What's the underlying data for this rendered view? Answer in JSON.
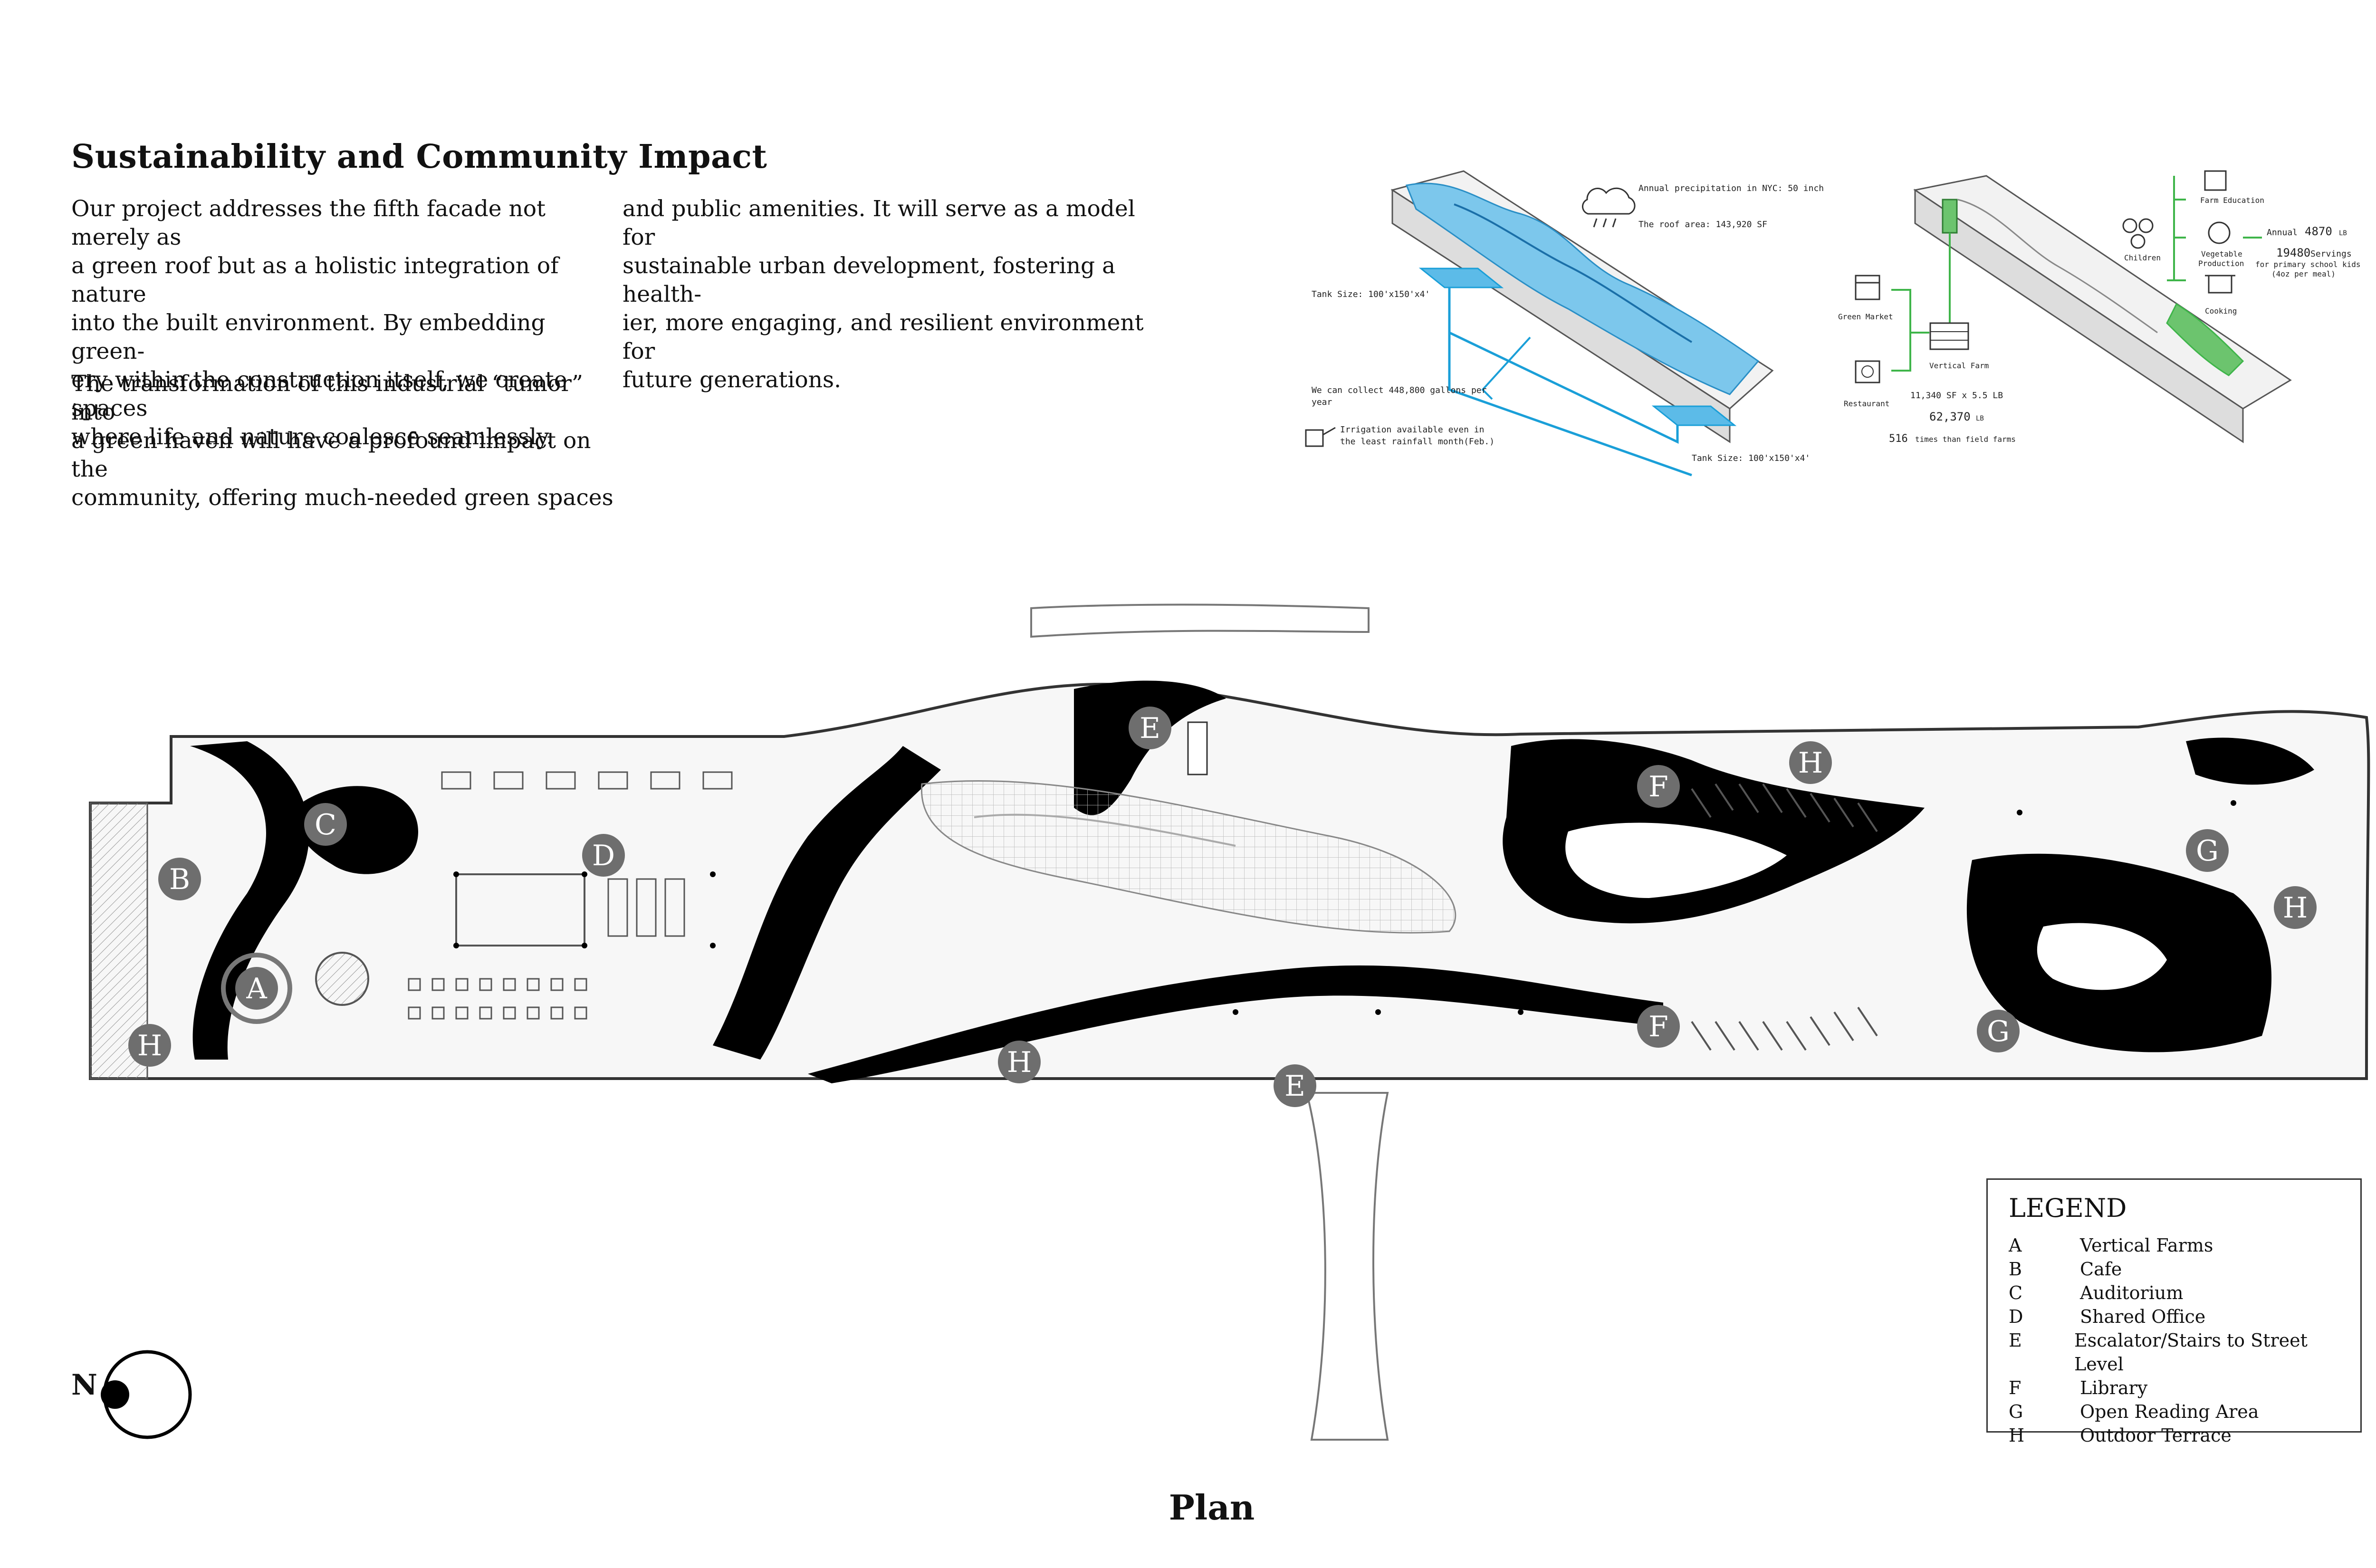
{
  "section": {
    "title": "Sustainability and Community Impact",
    "col1_line1": "Our project addresses the fifth facade not merely as\na green roof but as a holistic integration of nature\ninto the built environment. By embedding green-\nery within the construction itself, we create spaces\nwhere life and nature coalesce seamlessly.",
    "col1_line2": "The transformation of this industrial “tumor” into\na green haven will have a profound impact on the\ncommunity, offering much-needed green spaces",
    "col2": "and public amenities. It will serve as a model for\nsustainable urban development, fostering a health-\nier, more engaging, and resilient environment for\nfuture generations."
  },
  "water_diagram": {
    "precip": "Annual precipitation in NYC: 50 inch",
    "roof_area": "The roof area: 143,920 SF",
    "tank_left": "Tank Size: 100'x150'x4'",
    "collect_1": "We can collect 448,800 gallons per",
    "collect_2": "year",
    "irrigation_1": "Irrigation available even in",
    "irrigation_2": "the least rainfall month(Feb.)",
    "tank_right": "Tank Size: 100'x150'x4'",
    "accent_color": "#1a9fd8"
  },
  "farm_diagram": {
    "farm_education": "Farm Education",
    "annual_label": "Annual",
    "annual_value": "4870",
    "annual_unit": "LB",
    "children": "Children",
    "vegetable_production_1": "Vegetable",
    "vegetable_production_2": "Production",
    "servings_value": "19480",
    "servings_label": "Servings",
    "servings_desc_1": "for primary school kids",
    "servings_desc_2": "(4oz per meal)",
    "cooking": "Cooking",
    "green_market": "Green Market",
    "vertical_farm": "Vertical Farm",
    "restaurant": "Restaurant",
    "area_calc": "11,340 SF x 5.5 LB",
    "total_value": "62,370",
    "total_unit": "LB",
    "times_value": "516",
    "times_text": "times than field farms",
    "accent_color": "#3fb54a"
  },
  "plan": {
    "markers": [
      "E",
      "C",
      "D",
      "B",
      "A",
      "H",
      "F",
      "H",
      "G",
      "H",
      "F",
      "G",
      "H",
      "E"
    ]
  },
  "legend": {
    "title": "LEGEND",
    "items": [
      {
        "letter": "A",
        "label": "Vertical Farms"
      },
      {
        "letter": "B",
        "label": "Cafe"
      },
      {
        "letter": "C",
        "label": "Auditorium"
      },
      {
        "letter": "D",
        "label": "Shared Office"
      },
      {
        "letter": "E",
        "label": "Escalator/Stairs to Street Level"
      },
      {
        "letter": "F",
        "label": "Library"
      },
      {
        "letter": "G",
        "label": "Open Reading Area"
      },
      {
        "letter": "H",
        "label": "Outdoor Terrace"
      }
    ]
  },
  "north_label": "N",
  "caption": "Plan"
}
